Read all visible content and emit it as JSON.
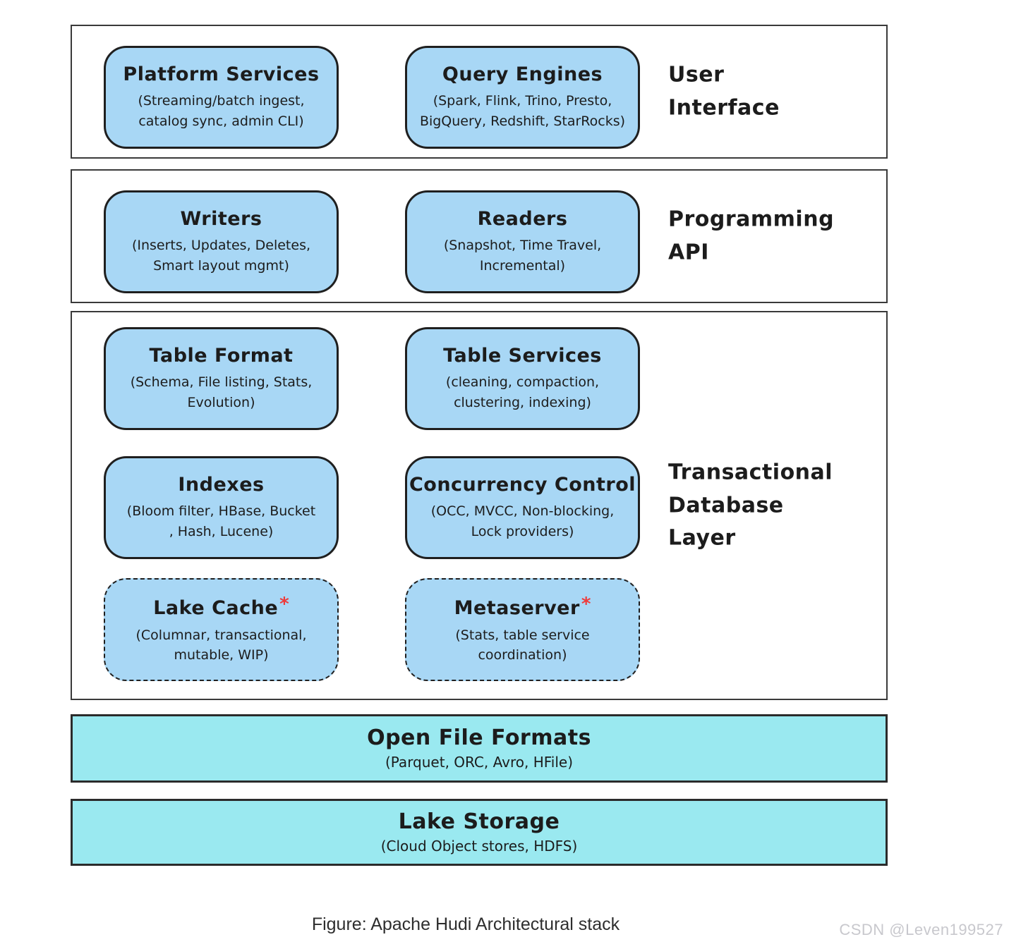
{
  "palette": {
    "box_fill": "#a8d7f5",
    "band_fill": "#9ae9f0",
    "box_border": "#1f1f1f",
    "section_border": "#3a3a3a",
    "asterisk_red": "#ee3b3b",
    "text": "#1c1c1c",
    "watermark_gray": "#c8c8cd"
  },
  "asterisk": "*",
  "sections": {
    "user_interface": {
      "label": "User\nInterface",
      "boxes": [
        {
          "title": "Platform Services",
          "subtitle": "(Streaming/batch ingest,\ncatalog sync, admin CLI)"
        },
        {
          "title": "Query Engines",
          "subtitle": "(Spark, Flink, Trino, Presto,\nBigQuery, Redshift, StarRocks)"
        }
      ]
    },
    "programming_api": {
      "label": "Programming\nAPI",
      "boxes": [
        {
          "title": "Writers",
          "subtitle": "(Inserts, Updates, Deletes,\nSmart layout mgmt)"
        },
        {
          "title": "Readers",
          "subtitle": "(Snapshot, Time Travel,\nIncremental)"
        }
      ]
    },
    "transactional_database_layer": {
      "label": "Transactional\nDatabase\nLayer",
      "rows": [
        [
          {
            "title": "Table Format",
            "subtitle": "(Schema, File listing, Stats,\nEvolution)"
          },
          {
            "title": "Table Services",
            "subtitle": "(cleaning, compaction,\nclustering, indexing)"
          }
        ],
        [
          {
            "title": "Indexes",
            "subtitle": "(Bloom filter, HBase, Bucket\n, Hash, Lucene)"
          },
          {
            "title": "Concurrency Control",
            "subtitle": "(OCC, MVCC, Non-blocking,\nLock providers)"
          }
        ],
        [
          {
            "title": "Lake Cache",
            "subtitle": "(Columnar, transactional,\nmutable, WIP)",
            "experimental": true
          },
          {
            "title": "Metaserver",
            "subtitle": "(Stats, table service\ncoordination)",
            "experimental": true
          }
        ]
      ]
    }
  },
  "bands": [
    {
      "title": "Open File Formats",
      "subtitle": "(Parquet, ORC, Avro, HFile)"
    },
    {
      "title": "Lake Storage",
      "subtitle": "(Cloud Object stores, HDFS)"
    }
  ],
  "caption": "Figure: Apache Hudi Architectural stack",
  "watermark": "CSDN @Leven199527"
}
